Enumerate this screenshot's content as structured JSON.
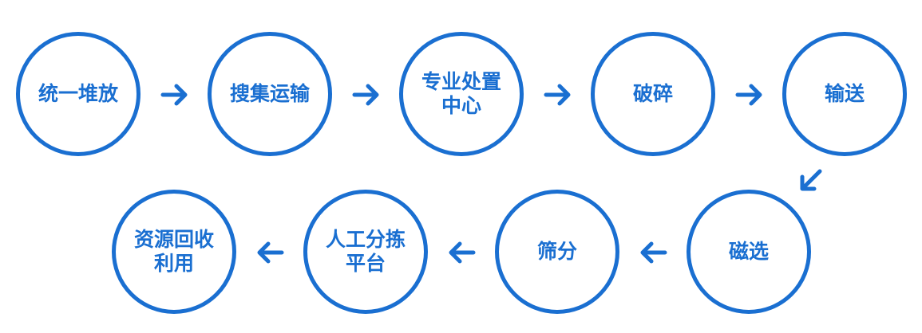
{
  "diagram": {
    "accent_color": "#1a6fd1",
    "steps": [
      {
        "label": "统一堆放"
      },
      {
        "label": "搜集运输"
      },
      {
        "label": "专业处置\n中心"
      },
      {
        "label": "破碎"
      },
      {
        "label": "输送"
      },
      {
        "label": "磁选"
      },
      {
        "label": "筛分"
      },
      {
        "label": "人工分拣\n平台"
      },
      {
        "label": "资源回收\n利用"
      }
    ],
    "arrows": [
      {
        "direction": "right"
      },
      {
        "direction": "right"
      },
      {
        "direction": "right"
      },
      {
        "direction": "right"
      },
      {
        "direction": "down-left"
      },
      {
        "direction": "left"
      },
      {
        "direction": "left"
      },
      {
        "direction": "left"
      }
    ]
  }
}
